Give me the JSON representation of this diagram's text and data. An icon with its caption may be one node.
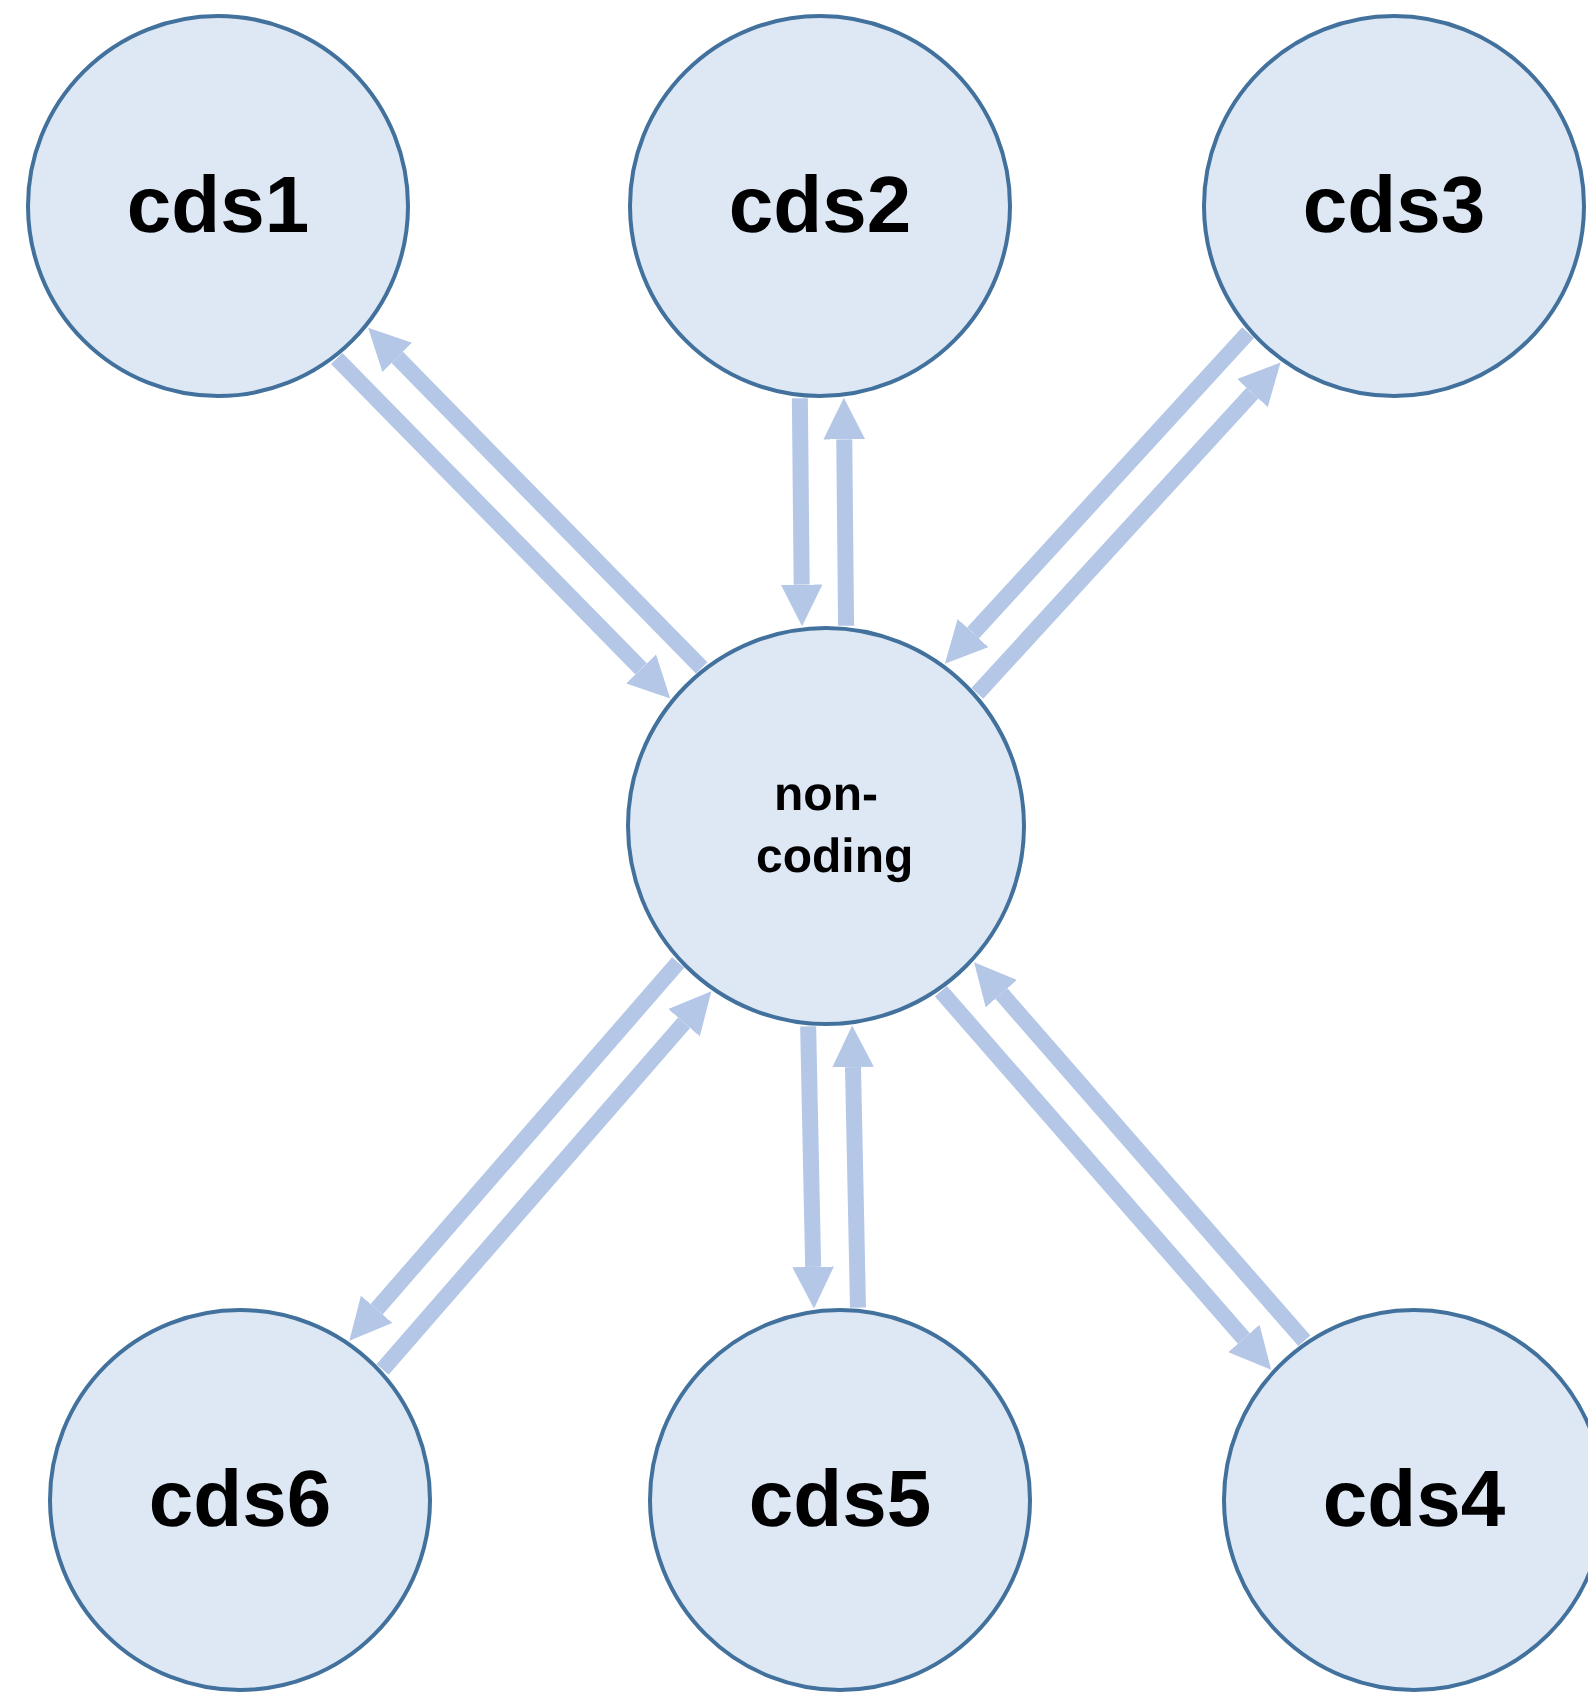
{
  "diagram": {
    "nodes": [
      {
        "text": [
          "cds1"
        ]
      },
      {
        "text": [
          "cds2"
        ]
      },
      {
        "text": [
          "cds3"
        ]
      },
      {
        "text": [
          "non-coding"
        ]
      },
      {
        "text": [
          "cds6"
        ]
      },
      {
        "text": [
          "cds5"
        ]
      },
      {
        "text": [
          "cds4"
        ]
      }
    ],
    "edges": [
      {
        "from": 0,
        "to": 3,
        "arrow": "to"
      },
      {
        "from": 3,
        "to": 0,
        "arrow": "to"
      },
      {
        "from": 1,
        "to": 3,
        "arrow": "to"
      },
      {
        "from": 3,
        "to": 1,
        "arrow": "to"
      },
      {
        "from": 2,
        "to": 3,
        "arrow": "to"
      },
      {
        "from": 3,
        "to": 2,
        "arrow": "to"
      },
      {
        "from": 4,
        "to": 3,
        "arrow": "to"
      },
      {
        "from": 3,
        "to": 4,
        "arrow": "to"
      },
      {
        "from": 5,
        "to": 3,
        "arrow": "to"
      },
      {
        "from": 3,
        "to": 5,
        "arrow": "to"
      },
      {
        "from": 6,
        "to": 3,
        "arrow": "to"
      },
      {
        "from": 3,
        "to": 6,
        "arrow": "to"
      }
    ]
  }
}
